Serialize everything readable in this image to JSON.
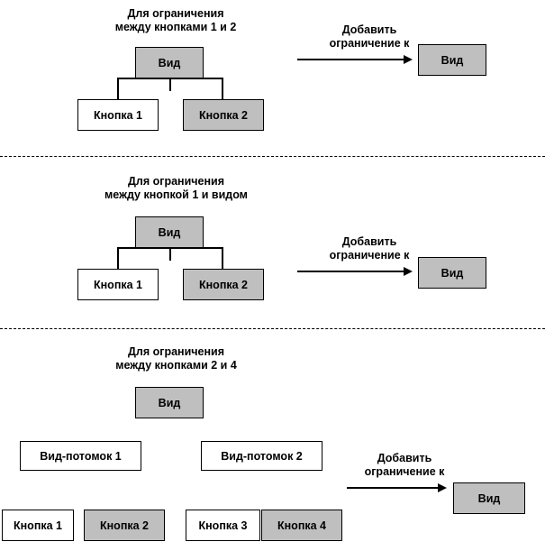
{
  "diagram": {
    "title_sections": [
      {
        "heading": "Для ограничения\nмежду кнопками 1 и 2"
      },
      {
        "heading": "Для ограничения\nмежду кнопкой 1 и видом"
      },
      {
        "heading": "Для ограничения\nмежду кнопками 2 и 4"
      }
    ],
    "arrow_label": "Добавить\nограничение к",
    "labels": {
      "view": "Вид",
      "button1": "Кнопка 1",
      "button2": "Кнопка 2",
      "button3": "Кнопка 3",
      "button4": "Кнопка 4",
      "childview1": "Вид-потомок 1",
      "childview2": "Вид-потомок 2"
    },
    "colors": {
      "gray_fill": "#bfbfbf",
      "white_fill": "#ffffff",
      "stroke": "#000000"
    }
  }
}
